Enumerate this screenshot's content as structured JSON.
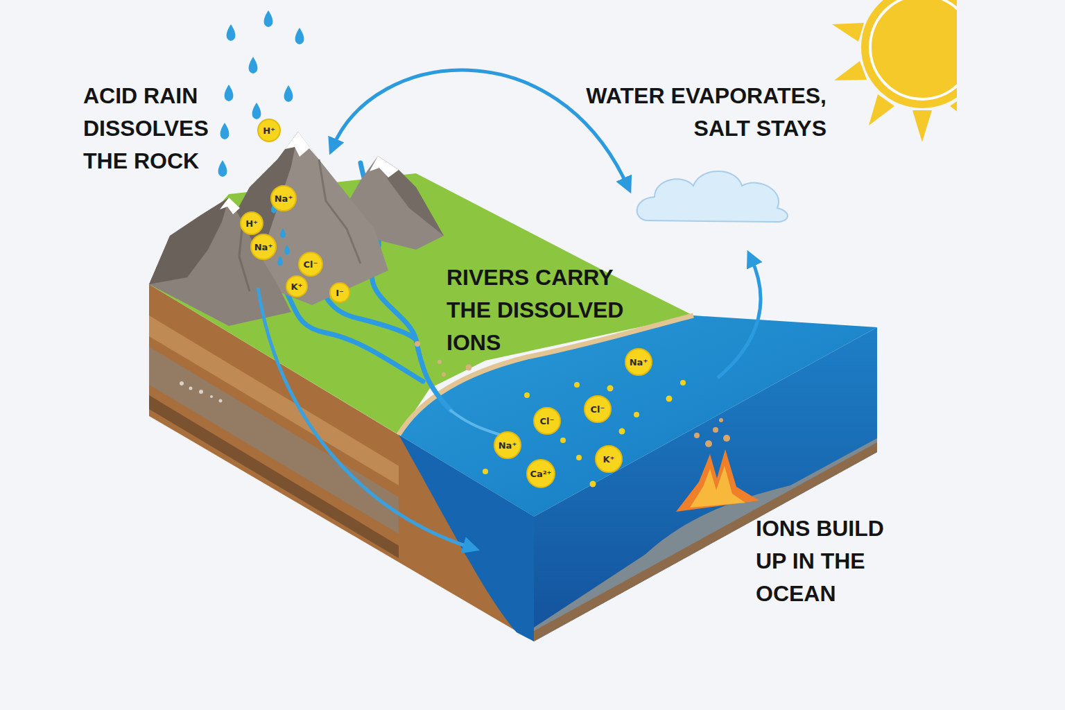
{
  "diagram": {
    "nodes": [
      {
        "text": [
          "H⁺"
        ]
      },
      {
        "text": [
          "Na⁺"
        ]
      },
      {
        "text": [
          "H⁺"
        ]
      },
      {
        "text": [
          "Na⁺"
        ]
      },
      {
        "text": [
          "Cl⁻"
        ]
      },
      {
        "text": [
          "K⁺"
        ]
      },
      {
        "text": [
          "I⁻"
        ]
      },
      {
        "text": [
          "Na⁺"
        ]
      },
      {
        "text": [
          "Cl⁻"
        ]
      },
      {
        "text": [
          "Cl⁻"
        ]
      },
      {
        "text": [
          "Na⁺"
        ]
      },
      {
        "text": [
          "K⁺"
        ]
      },
      {
        "text": [
          "Ca²⁺"
        ]
      }
    ],
    "labels": [
      "ACID RAIN DISSOLVES THE ROCK",
      "WATER EVAPORATES, SALT STAYS",
      "RIVERS CARRY THE DISSOLVED IONS",
      "IONS BUILD UP IN THE OCEAN"
    ]
  }
}
